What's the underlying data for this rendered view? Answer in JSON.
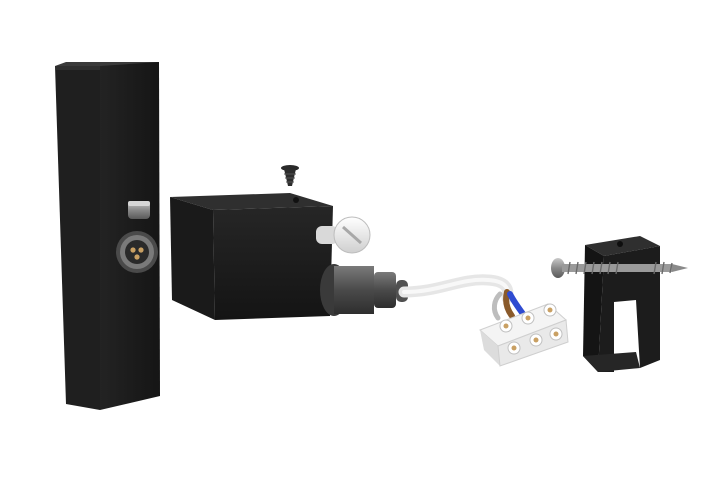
{
  "image": {
    "background": "#ffffff",
    "parts": [
      {
        "name": "bollard-post",
        "color": "#1b1b1b"
      },
      {
        "name": "connector-socket",
        "color": "#6e6e6e"
      },
      {
        "name": "top-screw",
        "color": "#2a2a2a"
      },
      {
        "name": "junction-box",
        "color": "#1c1c1c"
      },
      {
        "name": "cable-gland",
        "color": "#595959"
      },
      {
        "name": "white-cable",
        "color": "#e6e6e6"
      },
      {
        "name": "terminal-block",
        "color": "#f2f2f2"
      },
      {
        "name": "wood-screw",
        "color": "#9a9a9a"
      },
      {
        "name": "mounting-bracket",
        "color": "#1c1c1c"
      }
    ],
    "wire_colors": {
      "brown": "#8a5a2b",
      "blue": "#2f4bd1",
      "brass": "#c9a063"
    }
  }
}
